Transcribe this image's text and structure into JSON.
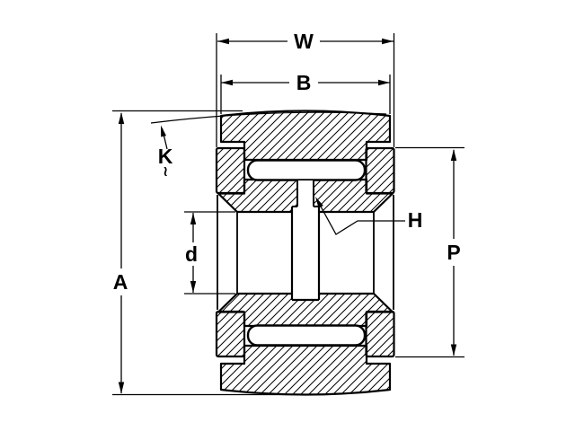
{
  "page": {
    "background": "#ffffff",
    "ink": "#000000"
  },
  "diagram": {
    "labels": {
      "overall_width": "W",
      "outer_ring_width": "B",
      "crown_radius": "K",
      "crown_radius_symbol": "∼",
      "lubrication_hole": "H",
      "bore_diameter": "d",
      "outer_diameter": "A",
      "end_plate_diameter": "P"
    }
  }
}
